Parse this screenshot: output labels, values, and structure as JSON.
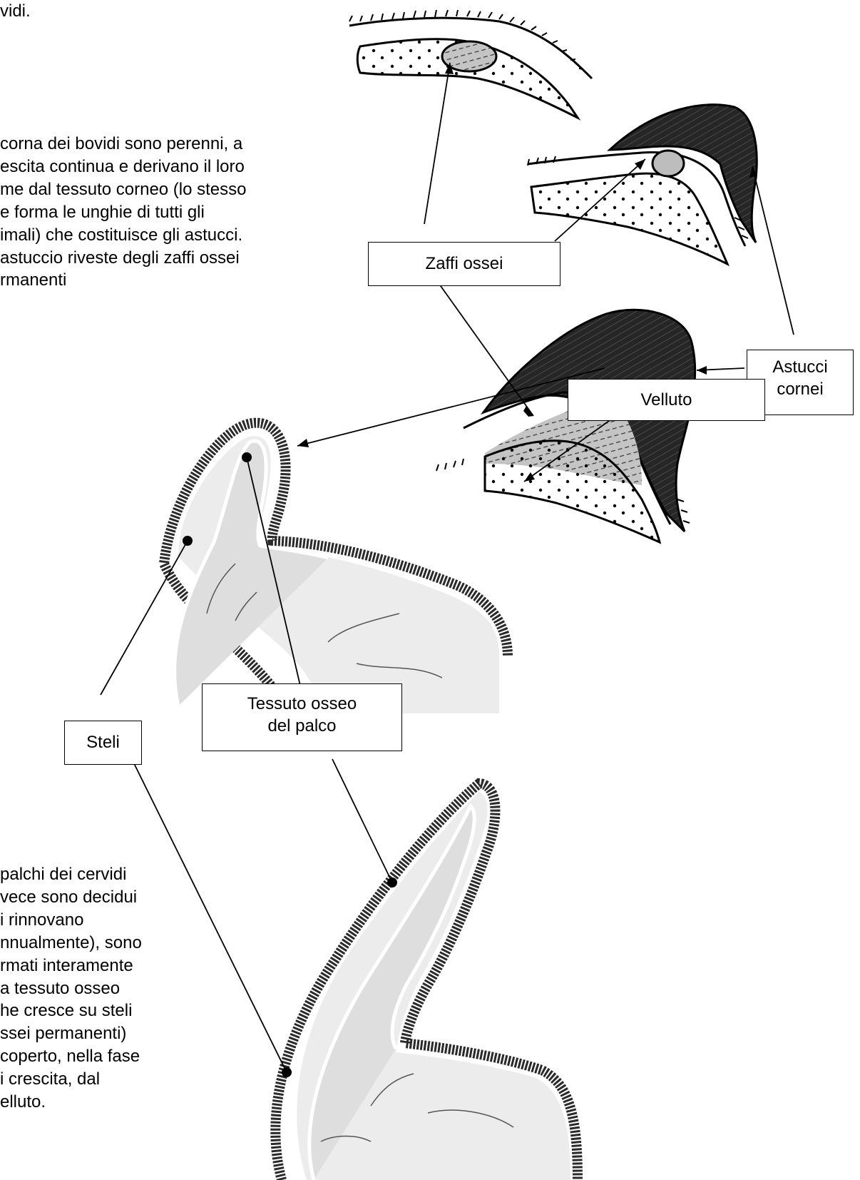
{
  "text": {
    "top_fragment": "vidi.",
    "bovidi_paragraph": [
      "corna dei bovidi sono perenni, a",
      "escita continua e derivano il loro",
      "me dal tessuto corneo (lo stesso",
      "e forma le unghie di tutti gli",
      "imali) che costituisce gli astucci.",
      "astuccio riveste degli zaffi ossei",
      "rmanenti"
    ],
    "cervidi_paragraph": [
      "palchi dei cervidi",
      "vece sono decidui",
      "i rinnovano",
      "nnualmente), sono",
      "rmati interamente",
      "a tessuto osseo",
      "he cresce su steli",
      "ssei permanenti)",
      "coperto, nella fase",
      "i crescita, dal",
      "elluto."
    ]
  },
  "labels": {
    "zaffi_ossei": "Zaffi ossei",
    "astucci_cornei": [
      "Astucci",
      "cornei"
    ],
    "velluto": "Velluto",
    "tessuto_osseo": [
      "Tessuto osseo",
      "del palco"
    ],
    "steli": "Steli"
  },
  "colors": {
    "horn_sheath": "#262626",
    "bone_core": "#c4c4c4",
    "antler_bone": "#dedede",
    "velvet": "#2a2a2a",
    "skull": "#ececec"
  }
}
